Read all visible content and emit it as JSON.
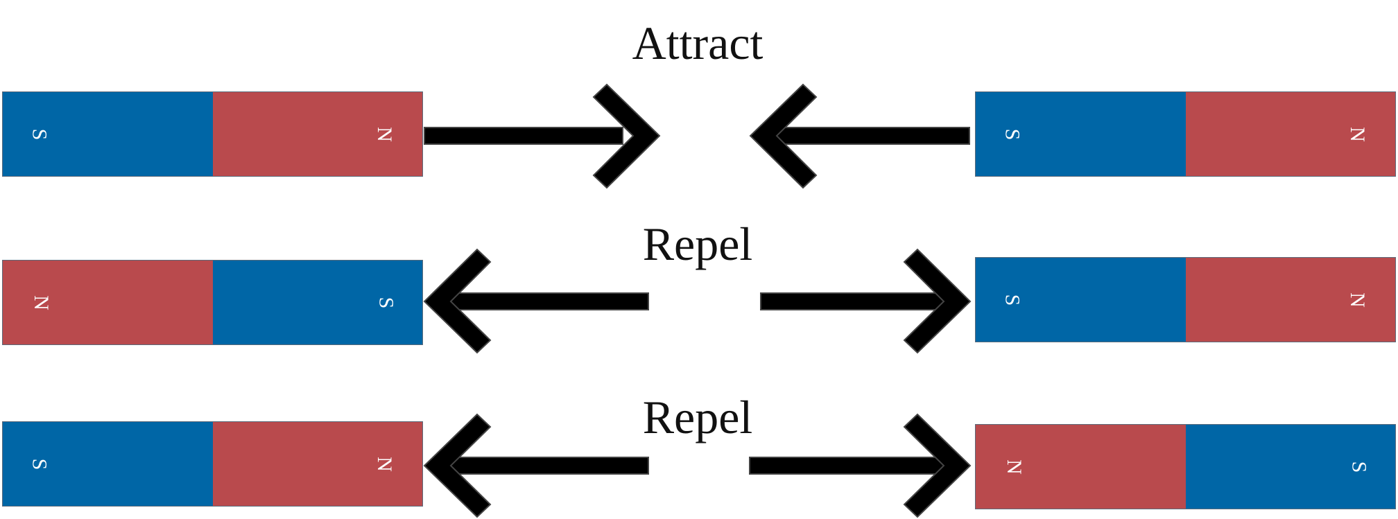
{
  "colors": {
    "south": "#0066a6",
    "north": "#b94a4d",
    "arrow": "#000000"
  },
  "rows": [
    {
      "label": "Attract",
      "left_magnet": {
        "left_pole": "S",
        "right_pole": "N"
      },
      "right_magnet": {
        "left_pole": "S",
        "right_pole": "N"
      }
    },
    {
      "label": "Repel",
      "left_magnet": {
        "left_pole": "N",
        "right_pole": "S"
      },
      "right_magnet": {
        "left_pole": "S",
        "right_pole": "N"
      }
    },
    {
      "label": "Repel",
      "left_magnet": {
        "left_pole": "S",
        "right_pole": "N"
      },
      "right_magnet": {
        "left_pole": "N",
        "right_pole": "S"
      }
    }
  ]
}
